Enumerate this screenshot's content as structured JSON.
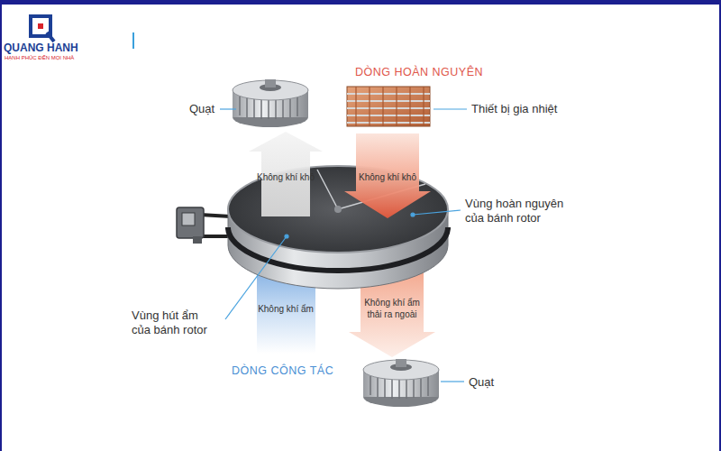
{
  "diagram": {
    "labels": [
      "QUANG HANH",
      "HẠNH PHÚC ĐẾN MỌI NHÀ",
      "DÒNG HOÀN NGUYÊN",
      "Quạt",
      "Thiết bị gia nhiệt",
      "Không khí khô",
      "Không khí khô",
      "Vùng hoàn nguyên của bánh rotor",
      "Không khí ẩm",
      "Vùng hút ẩm của bánh rotor",
      "Không khí ẩm thải ra ngoài",
      "DÒNG CÔNG TÁC",
      "Quạt"
    ]
  }
}
